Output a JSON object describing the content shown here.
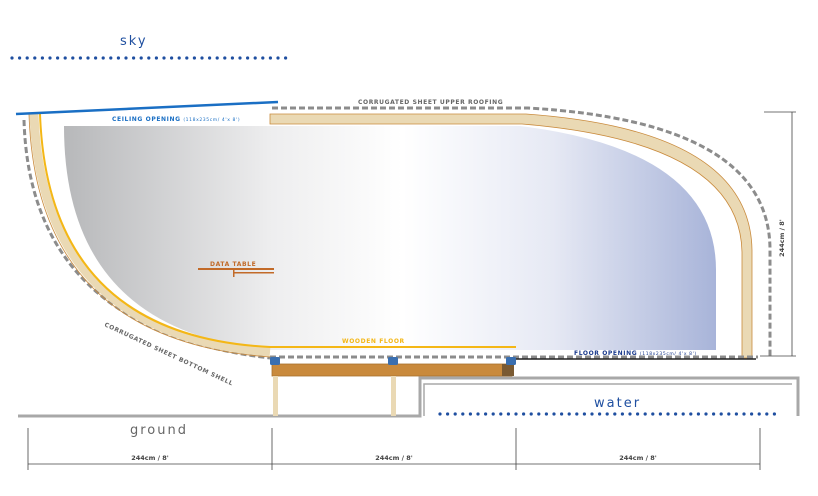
{
  "labels": {
    "sky": "sky",
    "water": "water",
    "ground": "ground",
    "ceiling_opening": "CEILING OPENING",
    "ceiling_opening_dims": "(118x235cm/ 4'x 8')",
    "corrugated_upper": "CORRUGATED SHEET UPPER ROOFING",
    "corrugated_bottom": "CORRUGATED SHEET BOTTOM SHELL",
    "data_table": "DATA TABLE",
    "wooden_floor": "WOODEN FLOOR",
    "floor_opening": "FLOOR OPENING",
    "floor_opening_dims": "(118x235cm/ 4'x 8')",
    "height_dim": "244cm / 8'"
  },
  "dimensions": [
    "244cm / 8'",
    "244cm / 8'",
    "244cm / 8'"
  ],
  "colors": {
    "ceiling_blue": "#1a6fc4",
    "dots_blue": "#1f4fa0",
    "wood_light": "#ead9b4",
    "wood_dark": "#c98a3c",
    "floor_yellow": "#f4b716",
    "table_brown": "#c26a28",
    "ground_gray": "#a8a8a8",
    "dash_gray": "#8c8c8c",
    "text_gray": "#666666"
  }
}
